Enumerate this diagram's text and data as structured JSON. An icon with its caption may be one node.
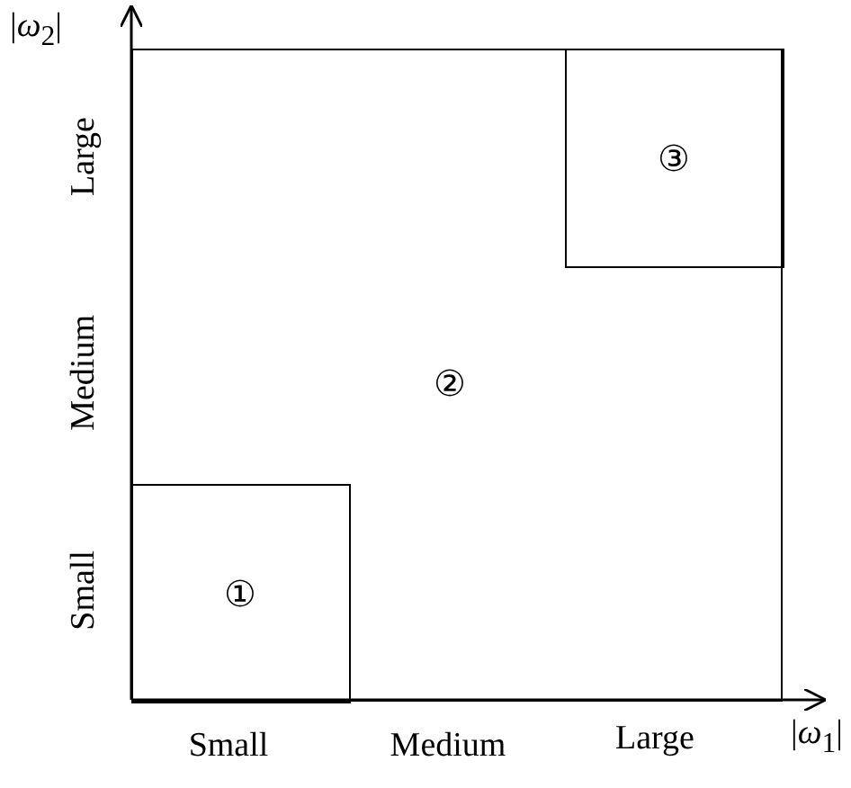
{
  "diagram": {
    "nodes": [
      {
        "text": [
          "②"
        ]
      },
      {
        "text": [
          "①"
        ],
        "in": 0
      },
      {
        "text": [
          "③"
        ],
        "in": 0
      }
    ],
    "edges": [],
    "labels": [
      "|*ω*$_{2}$|",
      "Large",
      "Medium",
      "Small",
      "Small",
      "Medium",
      "Large",
      "|*ω*$_{1}$|"
    ]
  }
}
